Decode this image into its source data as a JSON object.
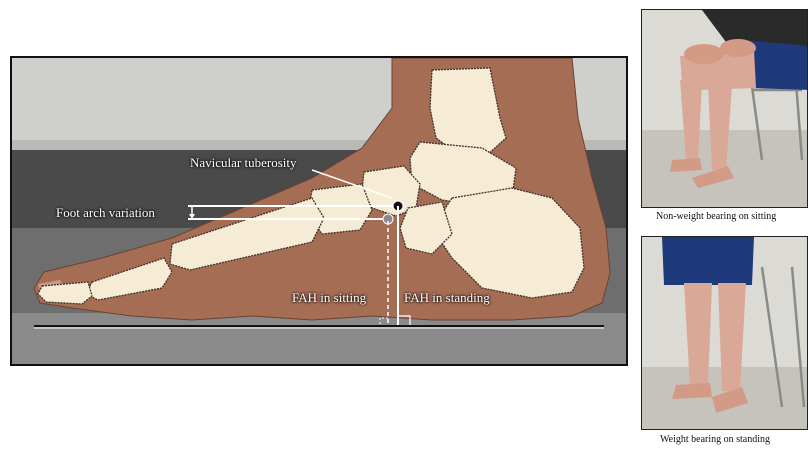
{
  "labels": {
    "navicular": "Navicular tuberosity",
    "arch_variation": "Foot arch variation",
    "fah_sitting": "FAH in sitting",
    "fah_standing": "FAH in standing"
  },
  "photos": {
    "top_caption": "Non-weight bearing on sitting",
    "bottom_caption": "Weight bearing on standing"
  },
  "colors": {
    "bone_fill": "#f6ecd6",
    "bone_stroke": "#4a3a30",
    "skin": "#a86e56",
    "wall": "#d2d2cf",
    "shorts": "#1e3a7a"
  }
}
